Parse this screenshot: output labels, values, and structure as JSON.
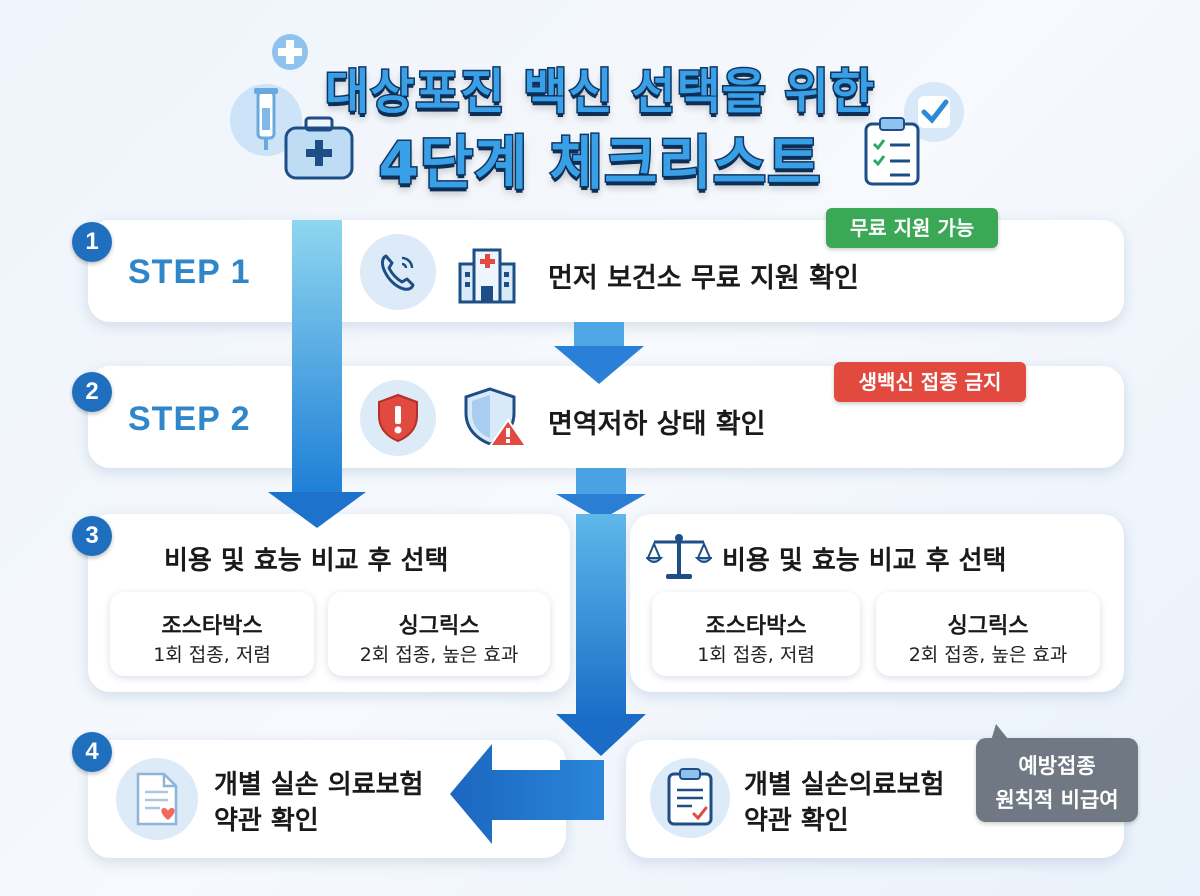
{
  "title": {
    "line1": "대상포진 백신 선택을 위한",
    "line2": "4단계 체크리스트"
  },
  "steps": [
    {
      "number": "1",
      "label": "STEP 1",
      "text": "먼저 보건소 무료 지원 확인",
      "badge": "무료 지원 가능",
      "icons": [
        "phone-icon",
        "hospital-building-icon"
      ]
    },
    {
      "number": "2",
      "label": "STEP 2",
      "text": "면역저하 상태 확인",
      "badge": "생백신 접종 금지",
      "icons": [
        "shield-alert-icon",
        "shield-warning-icon"
      ]
    },
    {
      "number": "3",
      "left": {
        "heading": "비용 및 효능 비교 후 선택",
        "options": [
          {
            "name": "조스타박스",
            "desc": "1회 접종, 저렴"
          },
          {
            "name": "싱그릭스",
            "desc": "2회 접종, 높은 효과"
          }
        ]
      },
      "right": {
        "heading": "비용 및 효능 비교 후 선택",
        "options": [
          {
            "name": "조스타박스",
            "desc": "1회 접종, 저렴"
          },
          {
            "name": "싱그릭스",
            "desc": "2회 접종, 높은 효과"
          }
        ],
        "icon": "scale-icon"
      }
    },
    {
      "number": "4",
      "left": {
        "line1": "개별 실손 의료보험",
        "line2": "약관 확인",
        "icon": "document-heart-icon"
      },
      "right": {
        "line1": "개별 실손의료보험",
        "line2": "약관 확인",
        "icon": "clipboard-check-icon"
      },
      "callout": {
        "line1": "예방접종",
        "line2": "원칙적 비급여"
      }
    }
  ],
  "colors": {
    "primary_blue": "#1f6fbe",
    "step_blue": "#2f86c9",
    "badge_green": "#3aa856",
    "badge_red": "#e2493f",
    "callout_gray": "#6f7883",
    "title_fill": "#39a0e8",
    "title_outline": "#113a6a"
  }
}
